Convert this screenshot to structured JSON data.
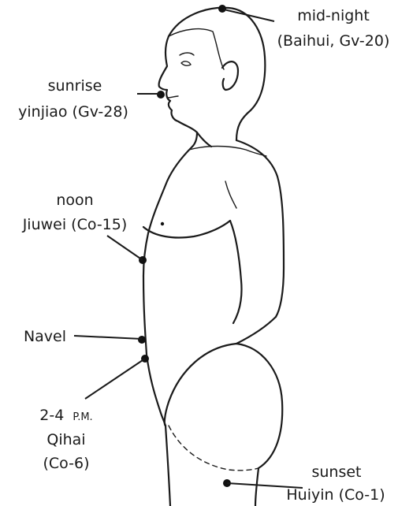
{
  "figure": {
    "points": [
      {
        "id": "baihui",
        "time": "mid-night",
        "name": "(Baihui, Gv-20)"
      },
      {
        "id": "yinjiao",
        "time": "sunrise",
        "name": "yinjiao (Gv-28)"
      },
      {
        "id": "jiuwei",
        "time": "noon",
        "name": "Jiuwei (Co-15)"
      },
      {
        "id": "navel",
        "time": "Navel"
      },
      {
        "id": "qihai",
        "time": "2-4",
        "time_suffix": "P.M.",
        "name_line1": "Qihai",
        "name_line2": "(Co-6)"
      },
      {
        "id": "huiyin",
        "time": "sunset",
        "name": "Huiyin (Co-1)"
      }
    ]
  }
}
